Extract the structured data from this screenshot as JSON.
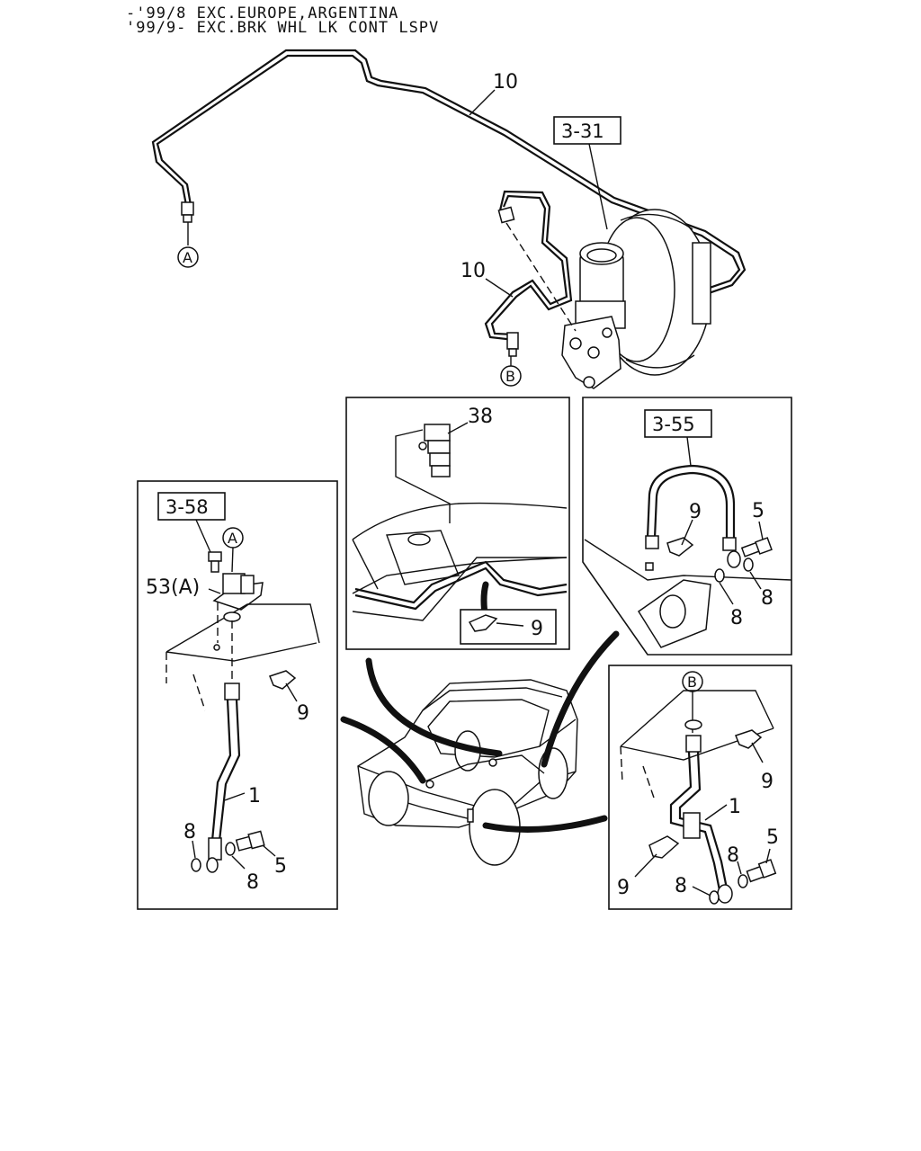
{
  "header": {
    "note_line1": "-'99/8 EXC.EUROPE,ARGENTINA",
    "note_line2": "'99/9- EXC.BRK WHL LK CONT LSPV"
  },
  "callouts": {
    "pipe_upper": "10",
    "pipe_lower": "10",
    "booster_ref": "3-31",
    "conn_a": "A",
    "conn_b": "B",
    "clip_38": "38",
    "clip_9_inset": "9",
    "ref_355": "3-55",
    "ref_358": "3-58",
    "bracket_53a": "53(A)",
    "right_top_9": "9",
    "right_top_5": "5",
    "right_top_8a": "8",
    "right_top_8b": "8",
    "left_9": "9",
    "left_1": "1",
    "left_8a": "8",
    "left_8b": "8",
    "left_5": "5",
    "right_bot_9a": "9",
    "right_bot_1": "1",
    "right_bot_5": "5",
    "right_bot_8a": "8",
    "right_bot_9b": "9",
    "right_bot_8b": "8"
  }
}
